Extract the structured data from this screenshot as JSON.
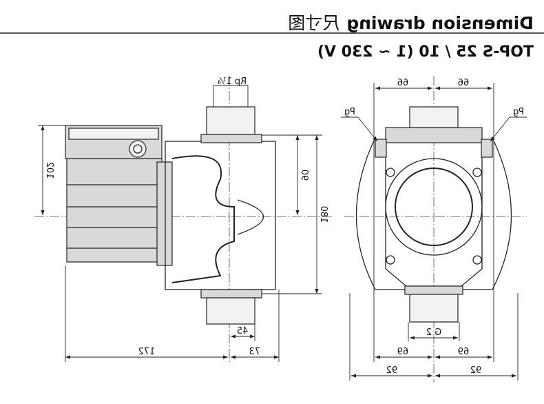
{
  "title": "Dimension drawing",
  "title_cn": "尺寸图",
  "subtitle": "TOP-S 25 / 10 (1 ~ 230 V)",
  "side_view": {
    "thread_label": "Rp 1¼",
    "dims": {
      "height_motor": "102",
      "flange_half": "90",
      "flange_total": "180",
      "offset_45": "45",
      "offset_73": "73",
      "length_172": "172"
    }
  },
  "front_view": {
    "pg_left": "Pg",
    "pg_right": "Pg",
    "thread_label": "G 2",
    "dims": {
      "top_left": "66",
      "top_right": "66",
      "mid_left": "69",
      "mid_right": "69",
      "bottom_left": "92",
      "bottom_right": "92"
    }
  }
}
